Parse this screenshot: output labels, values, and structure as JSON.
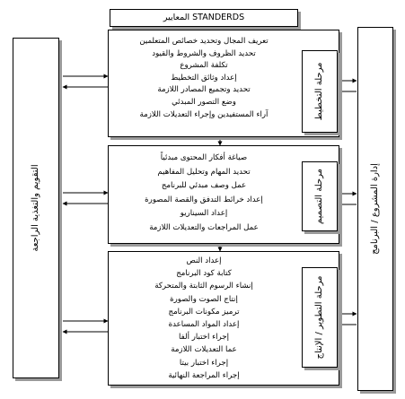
{
  "header": {
    "title": "المعايير STANDERDS"
  },
  "left_label": "التقويم والتغذية الراجعة",
  "right_label": "إدارة المشروع / البرنامج",
  "phases": [
    {
      "label": "مرحلة التخطيط",
      "items": [
        "تعريف المجال وتحديد خصائص المتعلمين",
        "تحديد الظروف والشروط والقيود",
        "تكلفة المشروع",
        "إعداد وثائق التخطيط",
        "تحديد وتجميع المصادر اللازمة",
        "وضع التصور المبدئي",
        "آراء المستفيدين وإجراء التعديلات اللازمة"
      ]
    },
    {
      "label": "مرحلة التصميم",
      "items": [
        "صياغة أفكار المحتوى مبدئياً",
        "تحديد المهام وتحليل المفاهيم",
        "عمل وصف مبدئي للبرنامج",
        "إعداد خرائط التدفق والقصة المصورة",
        "إعداد السيناريو",
        "عمل المراجعات والتعديلات اللازمة"
      ]
    },
    {
      "label": "مرحلة التطوير / الإنتاج",
      "items": [
        "إعداد النص",
        "كتابة كود البرنامج",
        "إنشاء الرسوم الثابتة والمتحركة",
        "إنتاج الصوت والصورة",
        "ترميز مكونات البرنامج",
        "إعداد المواد المساعدة",
        "إجراء اختبار ألفا",
        "عما التعديلات اللازمة",
        "إجراء اختبار بيتا",
        "إجراء المراجعة النهائية"
      ]
    }
  ]
}
